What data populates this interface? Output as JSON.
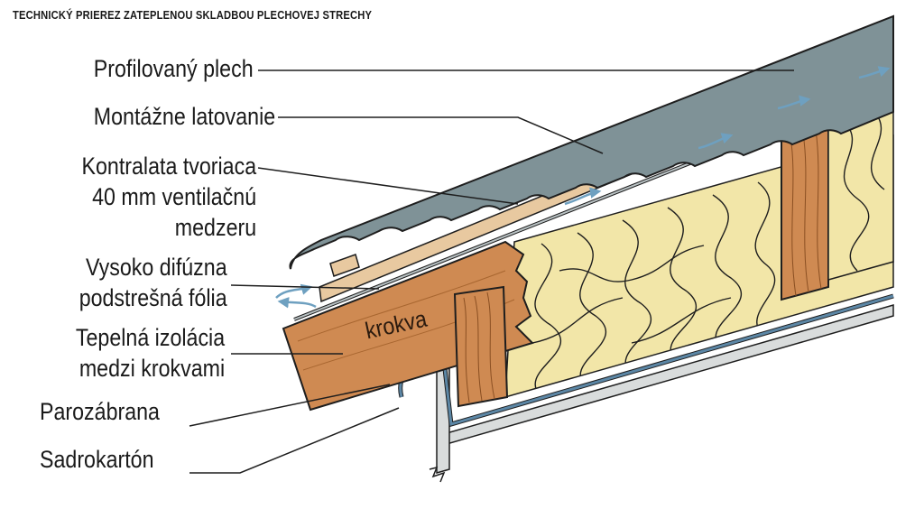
{
  "title": "TECHNICKÝ PRIEREZ ZATEPLENOU SKLADBOU PLECHOVEJ STRECHY",
  "labels": {
    "profilovany_plech": "Profilovaný plech",
    "montazne_latovanie": "Montážne latovanie",
    "kontralata_l1": "Kontralata tvoriaca",
    "kontralata_l2": "40 mm ventilačnú",
    "kontralata_l3": "medzeru",
    "folia_l1": "Vysoko difúzna",
    "folia_l2": "podstrešná fólia",
    "izolacia_l1": "Tepelná izolácia",
    "izolacia_l2": "medzi krokvami",
    "parozabrana": "Parozábrana",
    "sadrokarton": "Sadrokartón",
    "krokva": "krokva"
  },
  "colors": {
    "metal_sheet": "#7f9297",
    "counter_batten": "#e8c9a0",
    "rafter": "#cf8a52",
    "insulation": "#f2e6a8",
    "vapor_barrier": "#5c87a6",
    "airflow_arrow": "#6ea0c0",
    "outline": "#1e1e1e"
  }
}
